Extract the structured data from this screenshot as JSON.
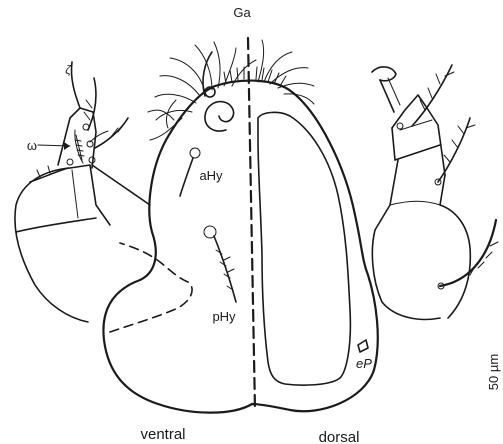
{
  "labels": {
    "galea": "Ga",
    "omega": "ω",
    "zeta": "ζ",
    "anterior_hypostomal": "aHy",
    "posterior_hypostomal": "pHy",
    "epipharyngeal": "eP",
    "ventral_view": "ventral",
    "dorsal_view": "dorsal",
    "scale": "50 µm"
  }
}
